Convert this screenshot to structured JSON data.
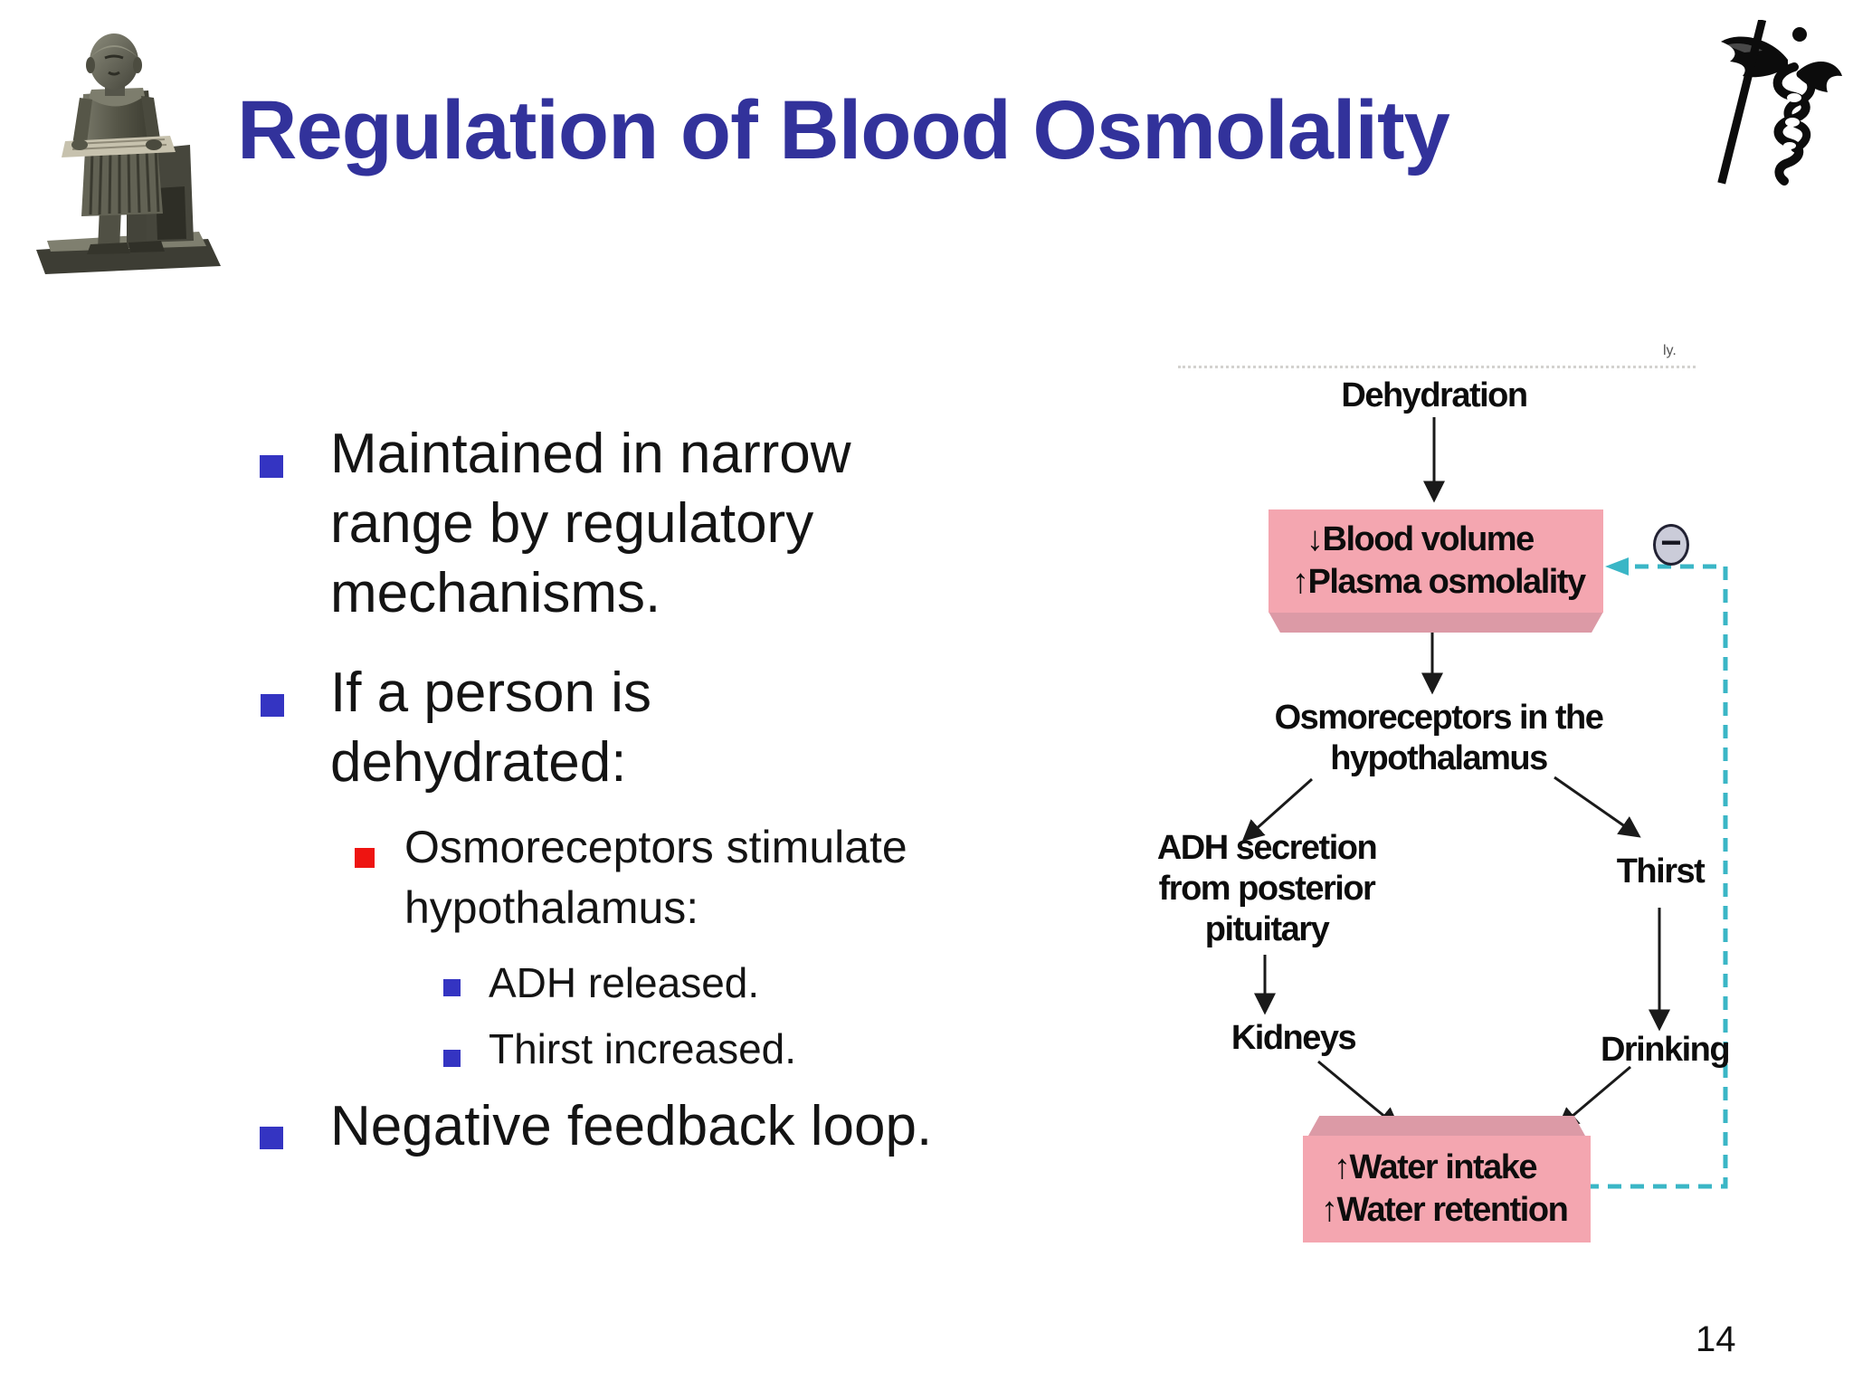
{
  "slide": {
    "title": "Regulation of Blood Osmolality",
    "page_number": "14"
  },
  "bullets": {
    "b1": "Maintained in narrow\nrange by regulatory\nmechanisms.",
    "b2": "If a person is\ndehydrated:",
    "sb1": "Osmoreceptors stimulate\nhypothalamus:",
    "ssb1": "ADH released.",
    "ssb2": "Thirst increased.",
    "b3": "Negative feedback loop."
  },
  "diagram": {
    "crop_artifact_text": "ly.",
    "nodes": {
      "dehydration": "Dehydration",
      "blood_volume_line1": "↓Blood volume",
      "blood_volume_line2": "↑Plasma osmolality",
      "osmoreceptors": "Osmoreceptors in the\nhypothalamus",
      "adh_secretion": "ADH secretion\nfrom posterior\npituitary",
      "thirst": "Thirst",
      "kidneys": "Kidneys",
      "drinking": "Drinking",
      "water_line1": "↑Water intake",
      "water_line2": "↑Water retention"
    },
    "minus_symbol": "−",
    "colors": {
      "box_fill": "#f4a6b0",
      "box_shade": "#dc9aa6",
      "feedback_dash": "#3ab6c6",
      "arrow": "#1a1a1a"
    }
  },
  "icons": {
    "statue": "imhotep-statue-photo",
    "caduceus": "caduceus-medical-symbol"
  },
  "colors": {
    "title": "#32329b",
    "bullet_blue": "#3434c2",
    "bullet_red": "#ee1411",
    "body_text": "#141414"
  }
}
